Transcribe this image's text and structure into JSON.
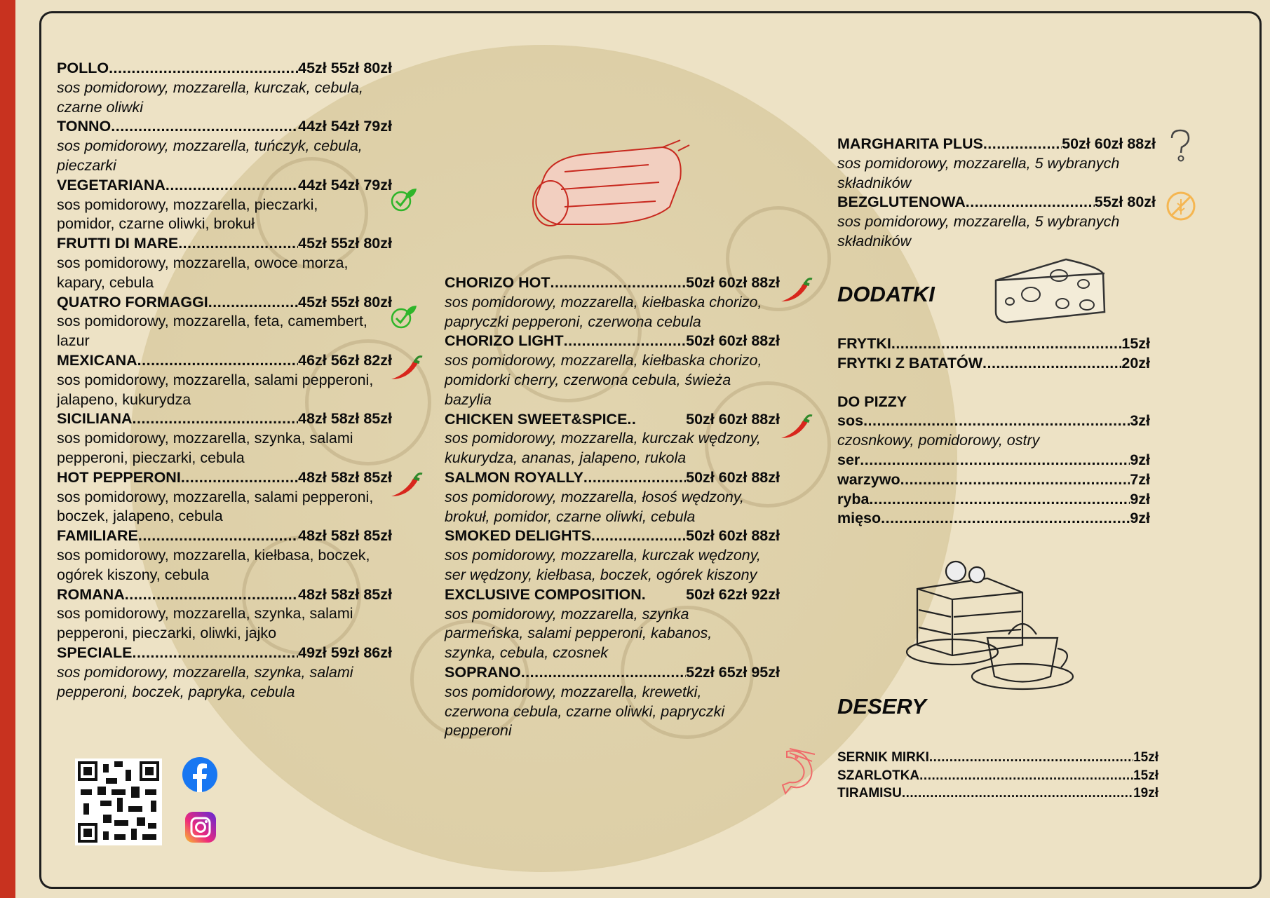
{
  "colors": {
    "border_red": "#c8321f",
    "paper": "#ede2c5",
    "chili": "#d8261c",
    "leaf": "#2fb52a",
    "shrimp": "#f06a6a",
    "gluten": "#f5b651",
    "facebook": "#1877f2"
  },
  "left_pizzas": [
    {
      "name": "POLLO",
      "leader": "................................................................",
      "prices": "45zł 55zł 80zł",
      "desc": "sos pomidorowy, mozzarella, kurczak, cebula, czarne oliwki",
      "italic": true
    },
    {
      "name": "TONNO",
      "leader": "................................................................",
      "prices": "44zł 54zł 79zł",
      "desc": "sos pomidorowy, mozzarella, tuńczyk, cebula, pieczarki",
      "italic": true
    },
    {
      "name": "VEGETARIANA",
      "leader": "................................................................",
      "prices": "44zł 54zł 79zł",
      "desc": "sos pomidorowy, mozzarella, pieczarki, pomidor, czarne oliwki, brokuł",
      "italic": false,
      "icon": "vegetarian-leaf-check-icon"
    },
    {
      "name": "FRUTTI DI MARE",
      "leader": "................................................................",
      "prices": "45zł 55zł 80zł",
      "desc": "sos pomidorowy, mozzarella, owoce morza, kapary, cebula",
      "italic": false
    },
    {
      "name": "QUATRO FORMAGGI",
      "leader": "................................................................",
      "prices": "45zł 55zł 80zł",
      "desc": "sos pomidorowy, mozzarella, feta, camembert, lazur",
      "italic": false,
      "icon": "vegetarian-leaf-check-icon"
    },
    {
      "name": "MEXICANA",
      "leader": "................................................................",
      "prices": "46zł 56zł 82zł",
      "desc": "sos pomidorowy, mozzarella, salami pepperoni, jalapeno, kukurydza",
      "italic": false,
      "icon": "chili-pepper-icon"
    },
    {
      "name": "SICILIANA",
      "leader": "................................................................",
      "prices": "48zł 58zł 85zł",
      "desc": "sos pomidorowy, mozzarella, szynka, salami pepperoni, pieczarki, cebula",
      "italic": false
    },
    {
      "name": "HOT PEPPERONI",
      "leader": "................................................................",
      "prices": "48zł 58zł 85zł",
      "desc": "sos pomidorowy, mozzarella, salami pepperoni, boczek, jalapeno, cebula",
      "italic": false,
      "icon": "chili-pepper-icon"
    },
    {
      "name": "FAMILIARE",
      "leader": "................................................................",
      "prices": "48zł 58zł 85zł",
      "desc": "sos pomidorowy, mozzarella, kiełbasa, boczek, ogórek kiszony, cebula",
      "italic": false
    },
    {
      "name": "ROMANA",
      "leader": "................................................................",
      "prices": "48zł 58zł 85zł",
      "desc": "sos pomidorowy, mozzarella, szynka, salami pepperoni, pieczarki, oliwki, jajko",
      "italic": false
    },
    {
      "name": "SPECIALE",
      "leader": "................................................................",
      "prices": "49zł 59zł 86zł",
      "desc": "sos pomidorowy, mozzarella, szynka, salami pepperoni, boczek, papryka, cebula",
      "italic": true
    }
  ],
  "middle_pizzas": [
    {
      "name": "CHORIZO HOT",
      "leader": "................................................................",
      "prices": "50zł 60zł 88zł",
      "desc": "sos pomidorowy, mozzarella, kiełbaska chorizo, papryczki pepperoni, czerwona cebula",
      "italic": true,
      "icon": "chili-pepper-icon"
    },
    {
      "name": "CHORIZO LIGHT",
      "leader": "................................................................",
      "prices": "50zł 60zł 88zł",
      "desc": "sos pomidorowy, mozzarella, kiełbaska chorizo, pomidorki cherry, czerwona cebula, świeża bazylia",
      "italic": true
    },
    {
      "name": "CHICKEN SWEET&SPICE",
      "leader": "..",
      "prices": "50zł 60zł 88zł",
      "desc": "sos pomidorowy, mozzarella, kurczak wędzony, kukurydza, ananas, jalapeno, rukola",
      "italic": true,
      "icon": "chili-pepper-icon"
    },
    {
      "name": "SALMON ROYALLY",
      "leader": "................................................................",
      "prices": "50zł 60zł 88zł",
      "desc": "sos pomidorowy, mozzarella, łosoś wędzony, brokuł, pomidor, czarne oliwki, cebula",
      "italic": true
    },
    {
      "name": "SMOKED DELIGHTS",
      "leader": "................................................................",
      "prices": "50zł 60zł 88zł",
      "desc": "sos pomidorowy, mozzarella, kurczak wędzony, ser wędzony, kiełbasa, boczek, ogórek kiszony",
      "italic": true
    },
    {
      "name": "EXCLUSIVE COMPOSITION",
      "leader": ".",
      "prices": "50zł 62zł 92zł",
      "desc": "sos pomidorowy, mozzarella, szynka parmeńska, salami pepperoni, kabanos, szynka, cebula, czosnek",
      "italic": true
    },
    {
      "name": "SOPRANO",
      "leader": "................................................................",
      "prices": "52zł 65zł 95zł",
      "desc": "sos pomidorowy, mozzarella, krewetki, czerwona cebula, czarne oliwki, papryczki pepperoni",
      "italic": true,
      "icon": "shrimp-icon"
    }
  ],
  "right_pizzas": [
    {
      "name": "MARGHARITA PLUS",
      "leader": "................................................................",
      "prices": "50zł 60zł 88zł",
      "desc": "sos pomidorowy, mozzarella, 5 wybranych składników",
      "italic": true
    },
    {
      "name": "BEZGLUTENOWA",
      "leader": "................................................................",
      "prices": "55zł 80zł",
      "desc": "sos pomidorowy, mozzarella, 5 wybranych składników",
      "italic": true
    }
  ],
  "dodatki": {
    "title": "DODATKI",
    "items": [
      {
        "name": "FRYTKI",
        "leader": "................................................................................",
        "price": "15zł"
      },
      {
        "name": "FRYTKI Z BATATÓW",
        "leader": "................................................................................",
        "price": "20zł"
      }
    ],
    "do_pizzy_title": "DO PIZZY",
    "sos": {
      "name": "sos",
      "leader": "................................................................................",
      "price": "3zł",
      "desc": "czosnkowy, pomidorowy, ostry"
    },
    "extras": [
      {
        "name": "ser",
        "leader": "................................................................................",
        "price": "9zł"
      },
      {
        "name": "warzywo",
        "leader": "................................................................................",
        "price": "7zł"
      },
      {
        "name": "ryba",
        "leader": "................................................................................",
        "price": "9zł"
      },
      {
        "name": "mięso",
        "leader": "................................................................................",
        "price": "9zł"
      }
    ]
  },
  "desery": {
    "title": "DESERY",
    "items": [
      {
        "name": "SERNIK MIRKI",
        "leader": "................................................................................",
        "price": "15zł"
      },
      {
        "name": "SZARLOTKA",
        "leader": "................................................................................",
        "price": "15zł"
      },
      {
        "name": "TIRAMISU",
        "leader": "................................................................................",
        "price": "19zł"
      }
    ]
  },
  "social": [
    "qr-code",
    "facebook-icon",
    "instagram-icon"
  ]
}
